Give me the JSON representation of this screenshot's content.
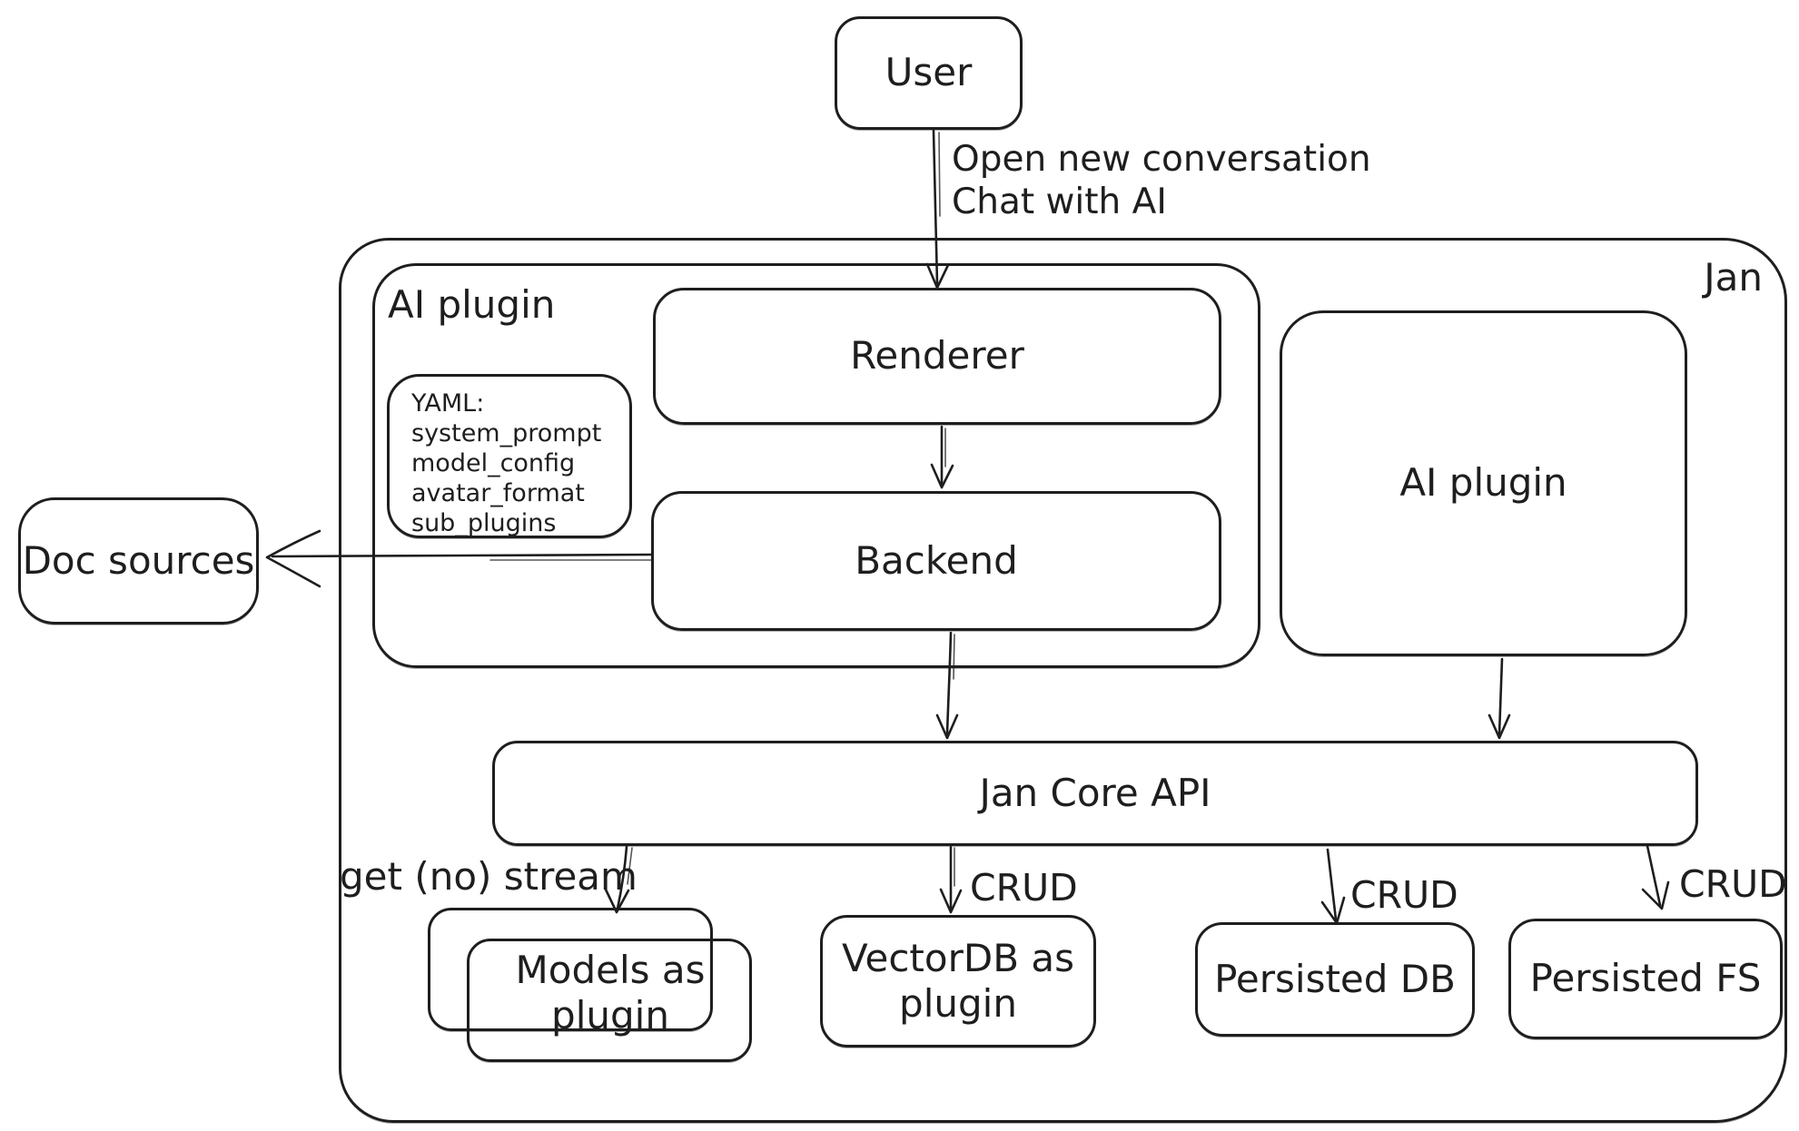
{
  "colors": {
    "stroke": "#1e1e1e",
    "background": "#ffffff"
  },
  "nodes": {
    "user": {
      "label": "User"
    },
    "jan_container": {
      "label": "Jan"
    },
    "ai_plugin_container": {
      "label": "AI plugin"
    },
    "renderer": {
      "label": "Renderer"
    },
    "backend": {
      "label": "Backend"
    },
    "yaml_note": {
      "lines": [
        "YAML:",
        "system_prompt",
        "model_config",
        "avatar_format",
        "sub_plugins"
      ]
    },
    "doc_sources": {
      "label": "Doc sources"
    },
    "ai_plugin_right": {
      "label": "AI plugin"
    },
    "jan_core_api": {
      "label": "Jan Core API"
    },
    "models_as_plugin": {
      "label": "Models as plugin"
    },
    "vectordb_as_plugin": {
      "label": "VectorDB as plugin"
    },
    "persisted_db": {
      "label": "Persisted DB"
    },
    "persisted_fs": {
      "label": "Persisted FS"
    }
  },
  "edges": {
    "user_to_renderer": {
      "label_lines": [
        "Open new conversation",
        "Chat with AI"
      ]
    },
    "core_to_models": {
      "label": "get (no) stream"
    },
    "core_to_vectordb": {
      "label": "CRUD"
    },
    "core_to_persisted_db": {
      "label": "CRUD"
    },
    "core_to_persisted_fs": {
      "label": "CRUD"
    }
  }
}
